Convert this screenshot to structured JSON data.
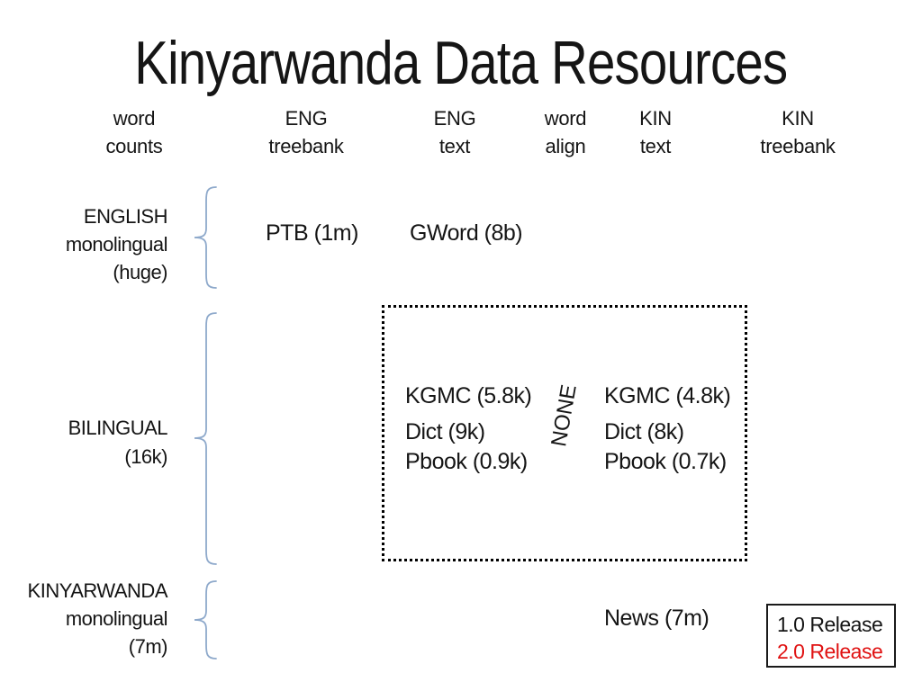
{
  "title": "Kinyarwanda Data Resources",
  "colors": {
    "text": "#151515",
    "release2_red": "#e01212",
    "brace_blue": "#8ea9cb",
    "box_border": "#000000"
  },
  "columns": [
    {
      "id": "word-counts",
      "line1": "word",
      "line2": "counts"
    },
    {
      "id": "eng-treebank",
      "line1": "ENG",
      "line2": "treebank"
    },
    {
      "id": "eng-text",
      "line1": "ENG",
      "line2": "text"
    },
    {
      "id": "word-align",
      "line1": "word",
      "line2": "align"
    },
    {
      "id": "kin-text",
      "line1": "KIN",
      "line2": "text"
    },
    {
      "id": "kin-treebank",
      "line1": "KIN",
      "line2": "treebank"
    }
  ],
  "rows": [
    {
      "id": "english",
      "lines": [
        "ENGLISH",
        "monolingual",
        "(huge)"
      ]
    },
    {
      "id": "bilingual",
      "lines": [
        "BILINGUAL",
        "(16k)"
      ]
    },
    {
      "id": "kinyarwanda",
      "lines": [
        "KINYARWANDA",
        "monolingual",
        "(7m)"
      ]
    }
  ],
  "items": {
    "ptb": "PTB (1m)",
    "gword": "GWord (8b)",
    "bilingual_eng": [
      "KGMC (5.8k)",
      "Dict (9k)",
      "Pbook (0.9k)"
    ],
    "bilingual_kin": [
      "KGMC (4.8k)",
      "Dict (8k)",
      "Pbook (0.7k)"
    ],
    "word_align_none": "NONE",
    "news": "News (7m)"
  },
  "legend": {
    "items": [
      {
        "label": "1.0 Release",
        "colorKey": "text"
      },
      {
        "label": "2.0 Release",
        "colorKey": "release2_red"
      }
    ]
  }
}
